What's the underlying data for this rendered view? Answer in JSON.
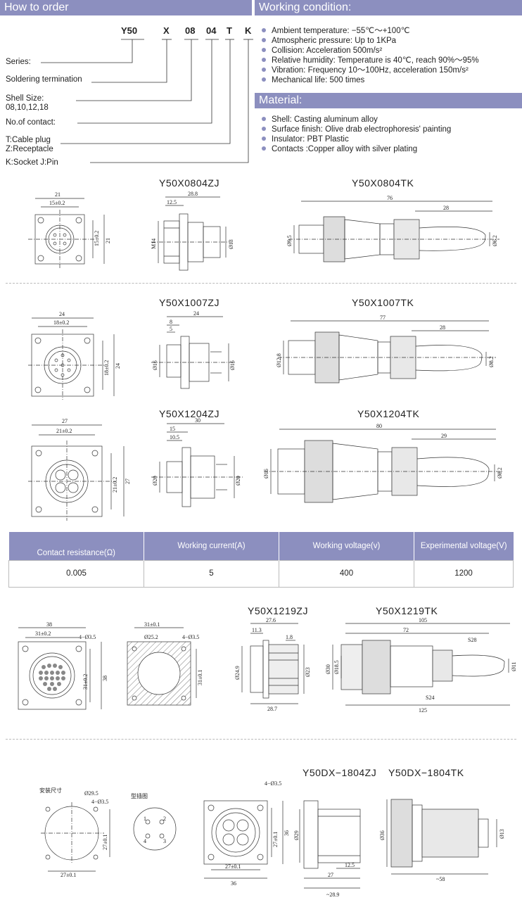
{
  "how_to_order": {
    "title": "How to order",
    "code": [
      "Y50",
      "X",
      "08",
      "04",
      "T",
      "K"
    ],
    "labels": [
      {
        "text": "Series:"
      },
      {
        "text": "Soldering termination"
      },
      {
        "text": "Shell Size:"
      },
      {
        "text": "08,10,12,18"
      },
      {
        "text": "No.of contact:"
      },
      {
        "text": "T:Cable plug"
      },
      {
        "text": "Z:Receptacle"
      },
      {
        "text": "K:Socket  J:Pin"
      }
    ]
  },
  "working_condition": {
    "title": "Working condition:",
    "items": [
      "Ambient temperature: −55℃～+100℃",
      "Atmospheric pressure: Up to 1KPa",
      "Collision: Acceleration 500m/s²",
      "Relative humidity: Temperature is 40℃, reach 90%～95%",
      "Vibration: Frequency 10～100Hz, acceleration 150m/s²",
      "Mechanical life: 500 times"
    ]
  },
  "material": {
    "title": "Material:",
    "items": [
      "Shell:  Casting aluminum alloy",
      "Surface finish: Olive drab electrophoresis' painting",
      "Insulator: PBT Plastic",
      "Contacts :Copper alloy with silver plating"
    ]
  },
  "models": {
    "m1zj": "Y50X0804ZJ",
    "m1tk": "Y50X0804TK",
    "m2zj": "Y50X1007ZJ",
    "m2tk": "Y50X1007TK",
    "m3zj": "Y50X1204ZJ",
    "m3tk": "Y50X1204TK",
    "m4zj": "Y50X1219ZJ",
    "m4tk": "Y50X1219TK",
    "m5zj": "Y50DX−1804ZJ",
    "m5tk": "Y50DX−1804TK"
  },
  "dims": {
    "d21": "21",
    "d15": "15±0.2",
    "d15v": "15±0.2",
    "d21v": "21",
    "d288": "28.8",
    "d125": "12.5",
    "dm14": "M14",
    "d013": "Ø13",
    "d76": "76",
    "d28": "28",
    "d095": "Ø9.5",
    "d062": "Ø6.2",
    "d24": "24",
    "d18": "18±0.2",
    "d18v": "18±0.2",
    "d24v": "24",
    "d24b": "24",
    "d8": "8",
    "d5": "5",
    "d016a": "Ø16",
    "d016b": "Ø16",
    "d77": "77",
    "d28b": "28",
    "d128": "Ø12.8",
    "d082": "Ø8.2",
    "d27": "27",
    "d21b": "21±0.2",
    "d21bv": "21±0.2",
    "d27v": "27",
    "d30": "30",
    "d15b": "15",
    "d105": "10.5",
    "d020a": "Ø20",
    "d020b": "Ø20",
    "d80": "80",
    "d29": "29",
    "d016c": "Ø16",
    "d082b": "Ø8.2",
    "d38": "38",
    "d31": "31±0.2",
    "d43": "4−Ø3.5",
    "d31v": "31±0.2",
    "d38v": "38",
    "d31b": "31±0.1",
    "d252": "Ø25.2",
    "d435": "4−Ø3.5",
    "d31bv": "31±0.1",
    "d276": "27.6",
    "d113": "11.3",
    "d18b": "1.8",
    "d249": "Ø24.9",
    "d023": "Ø23",
    "d287": "28.7",
    "d105b": "105",
    "d72": "72",
    "ds28": "S28",
    "d030": "Ø30",
    "d185": "Ø18.5",
    "d011": "Ø11",
    "ds24": "S24",
    "d125b": "125",
    "cn1": "安装尺寸",
    "d295": "Ø29.5",
    "d435b": "4−Ø3.5",
    "d271v": "27±0.1",
    "d271": "27±0.1",
    "cn2": "型插图",
    "p1": "1",
    "p2": "2",
    "p3": "3",
    "p4": "4",
    "d435c": "4−Ø3.5",
    "d271c": "27±0.1",
    "d36v": "36",
    "d271cv": "27±0.1",
    "d36": "36",
    "d029": "Ø29",
    "d125c": "12.5",
    "d27c": "27",
    "d289": "~28.9",
    "d036": "Ø36",
    "d013b": "Ø13",
    "d58": "~58"
  },
  "spec_table": {
    "headers": [
      "Contact resistance(Ω)",
      "Working current(A)",
      "Working voltage(v)",
      "Experimental voltage(V)"
    ],
    "row": [
      "0.005",
      "5",
      "400",
      "1200"
    ]
  }
}
